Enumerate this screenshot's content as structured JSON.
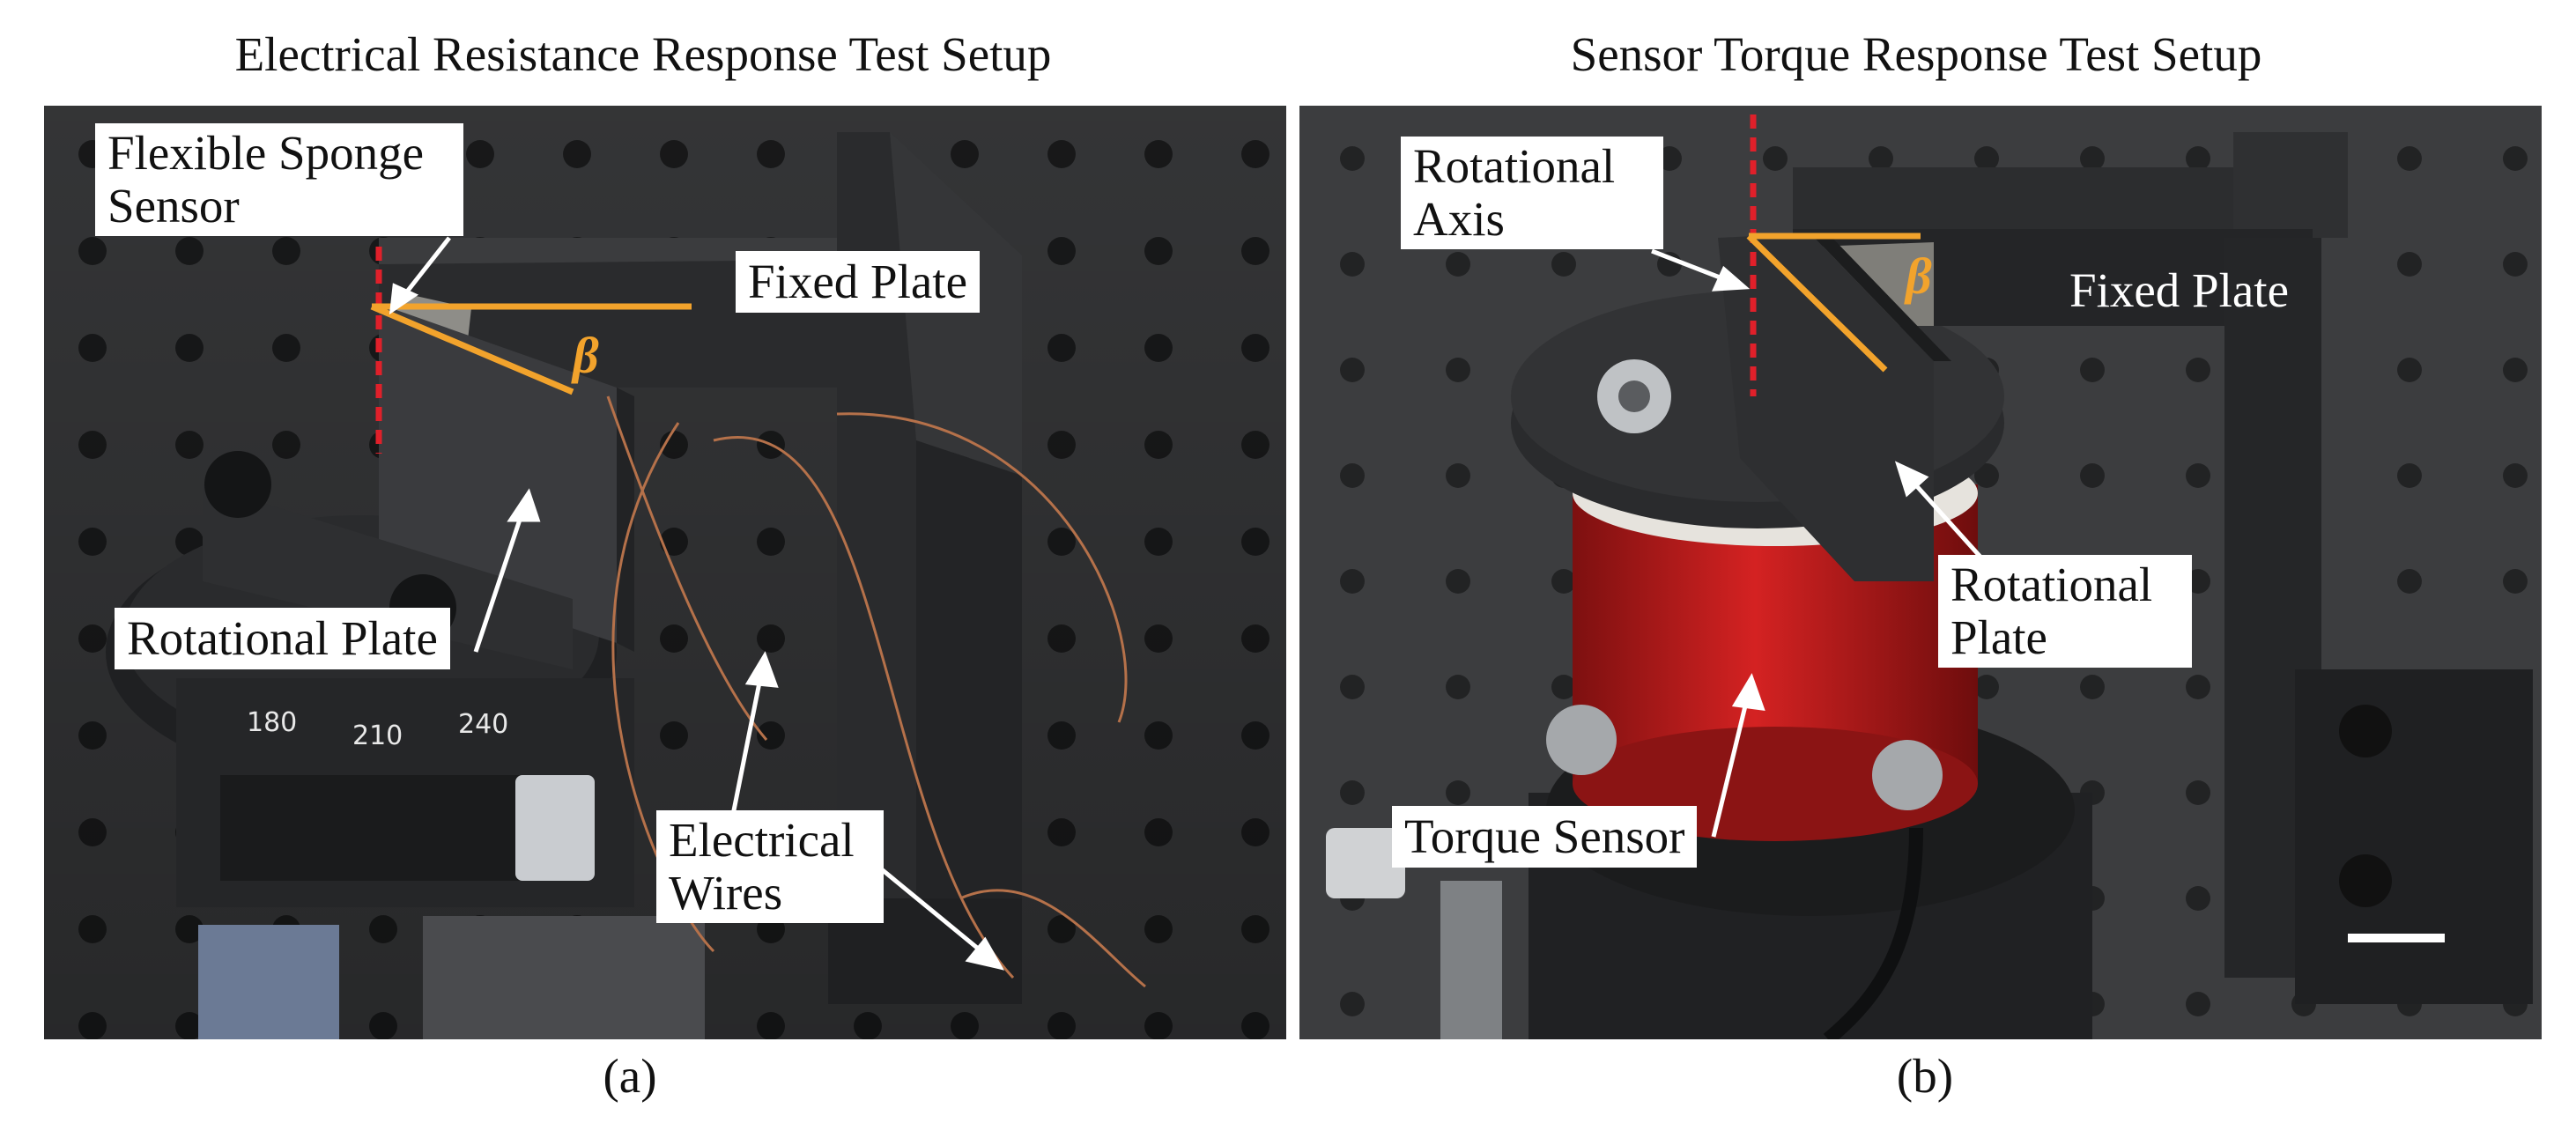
{
  "panel_a": {
    "title": "Electrical Resistance Response Test Setup",
    "caption": "(a)",
    "labels": {
      "sponge": "Flexible Sponge Sensor",
      "fixed_plate": "Fixed Plate",
      "rotational_plate": "Rotational Plate",
      "wires": "Electrical Wires"
    },
    "angle_symbol": "β",
    "dial_numbers": [
      "180",
      "210",
      "240"
    ]
  },
  "panel_b": {
    "title": "Sensor Torque Response Test Setup",
    "caption": "(b)",
    "labels": {
      "axis": "Rotational Axis",
      "fixed_plate": "Fixed Plate",
      "rotational_plate": "Rotational Plate",
      "torque": "Torque Sensor"
    },
    "angle_symbol": "β"
  },
  "colors": {
    "angle_line": "#f2a32c",
    "axis_line": "#e0202a",
    "table": "#3a3b3d",
    "printed_part": "#2b2c2e",
    "torque_sensor": "#c41a1a",
    "wire": "#b5714a"
  }
}
